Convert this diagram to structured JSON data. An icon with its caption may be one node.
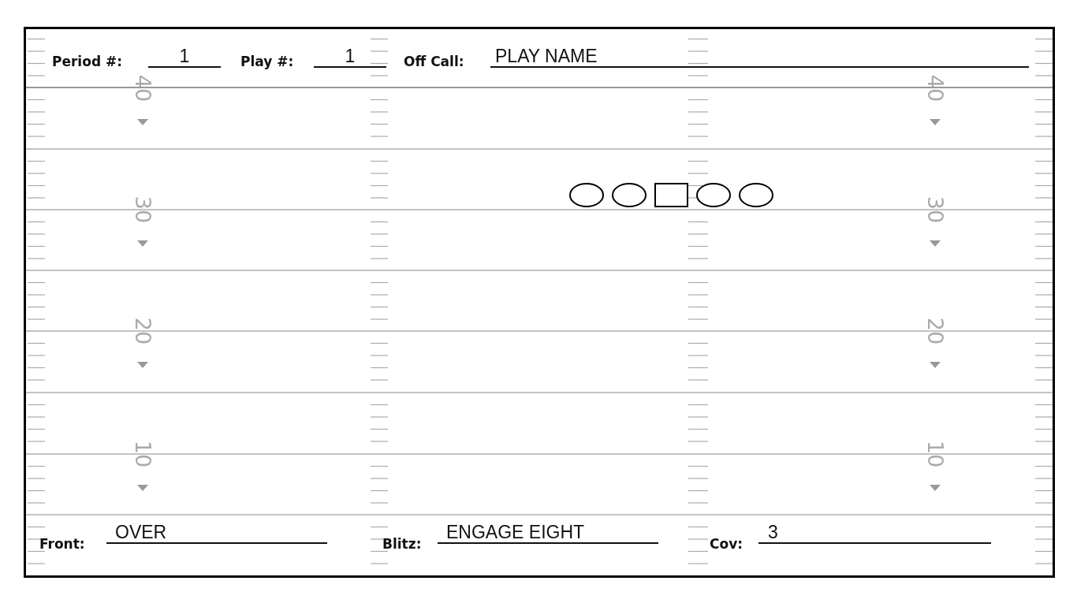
{
  "diagram": {
    "nodes": [
      {
        "text": [],
        "shape": "circle"
      },
      {
        "text": [],
        "shape": "circle"
      },
      {
        "text": [],
        "shape": "box"
      },
      {
        "text": [],
        "shape": "circle"
      },
      {
        "text": [],
        "shape": "circle"
      }
    ],
    "labels": [
      "Period #:",
      "1",
      "Play #:",
      "1",
      "Off Call:",
      "PLAY NAME",
      "40",
      "40",
      "30",
      "30",
      "20",
      "20",
      "10",
      "10",
      "Front:",
      "OVER",
      "Blitz:",
      "ENGAGE EIGHT",
      "Cov:",
      "3"
    ]
  }
}
